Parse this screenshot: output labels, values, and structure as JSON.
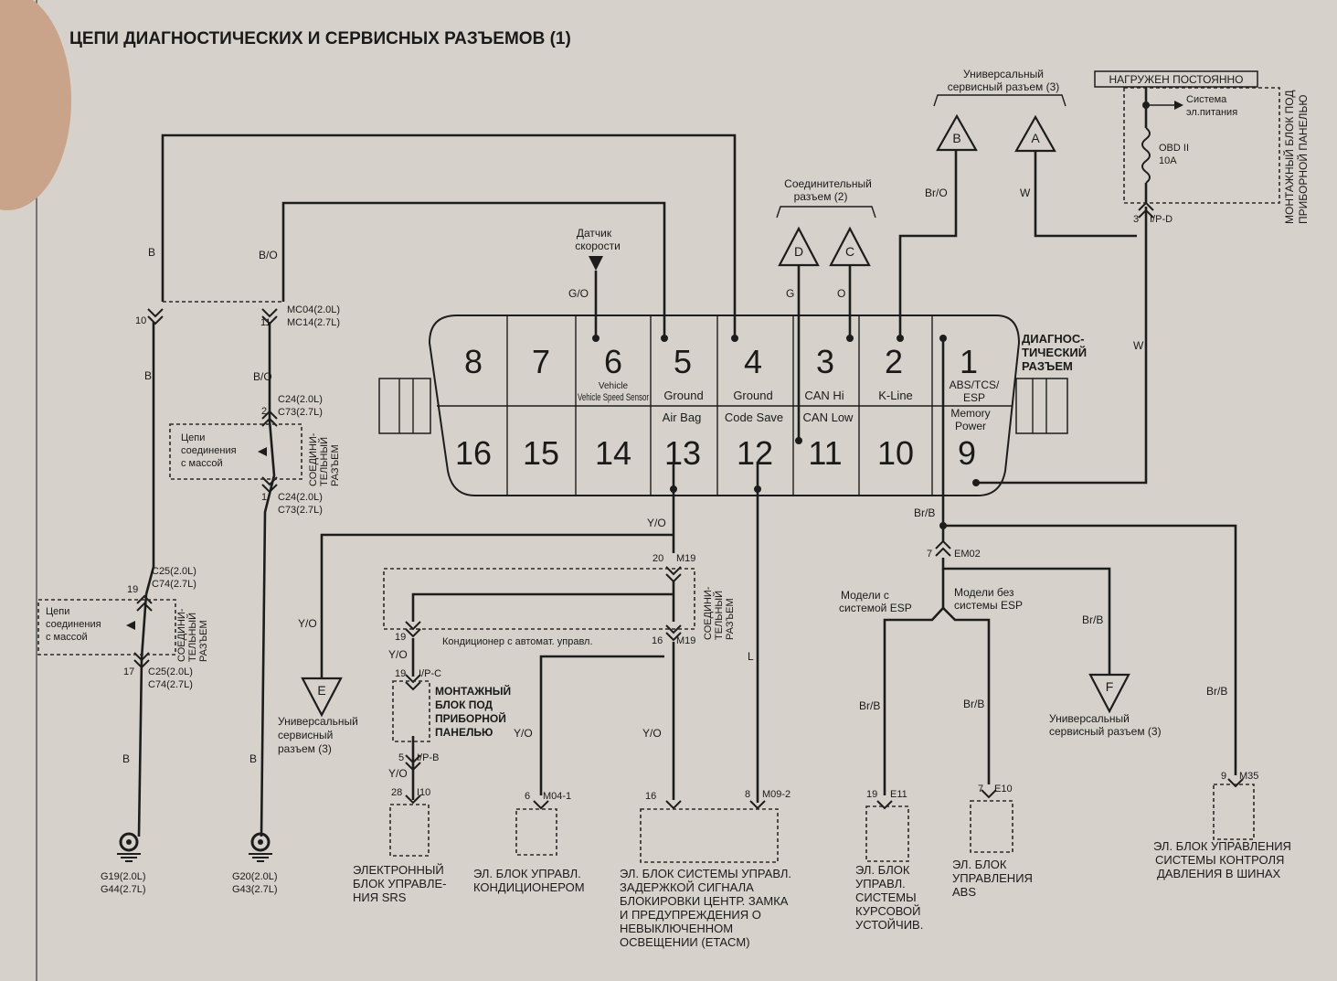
{
  "title": "ЦЕПИ ДИАГНОСТИЧЕСКИХ И СЕРВИСНЫХ РАЗЪЕМОВ (1)",
  "header_right": "НАГРУЖЕН ПОСТОЯННО",
  "diag_connector": {
    "name": "ДИАГНОСТИЧЕСКИЙ РАЗЪЕМ",
    "name_lines": [
      "ДИАГНОС-",
      "ТИЧЕСКИЙ",
      "РАЗЪЕМ"
    ],
    "top_pins": [
      {
        "num": "8",
        "label": ""
      },
      {
        "num": "7",
        "label": ""
      },
      {
        "num": "6",
        "label": "Vehicle Speed Sensor"
      },
      {
        "num": "5",
        "label": "Ground"
      },
      {
        "num": "4",
        "label": "Ground"
      },
      {
        "num": "3",
        "label": "CAN Hi"
      },
      {
        "num": "2",
        "label": "K-Line"
      },
      {
        "num": "1",
        "label": "ABS/TCS/ ESP"
      }
    ],
    "bottom_pins": [
      {
        "num": "16",
        "label": ""
      },
      {
        "num": "15",
        "label": ""
      },
      {
        "num": "14",
        "label": ""
      },
      {
        "num": "13",
        "label": "Air Bag"
      },
      {
        "num": "12",
        "label": "Code Save"
      },
      {
        "num": "11",
        "label": "CAN Low"
      },
      {
        "num": "10",
        "label": ""
      },
      {
        "num": "9",
        "label": "Memory Power"
      }
    ]
  },
  "service_connectors": {
    "univ3_label": [
      "Универсальный",
      "сервисный разъем (3)"
    ],
    "a": "A",
    "b": "B",
    "c": "C",
    "d": "D",
    "e": "E",
    "f": "F",
    "conn2_label": [
      "Соединительный",
      "разъем (2)"
    ]
  },
  "wire_colors": {
    "b": "B",
    "bo": "B/O",
    "go": "G/O",
    "g": "G",
    "o": "O",
    "bro": "Br/O",
    "w": "W",
    "brb": "Br/B",
    "yo": "Y/O",
    "l": "L"
  },
  "labels": {
    "speed_sensor": [
      "Датчик",
      "скорости"
    ],
    "power_system": [
      "Система",
      "эл.питания"
    ],
    "fuse": [
      "OBD II",
      "10A"
    ],
    "ipd": "I/P-D",
    "ipd_pin": "3",
    "mount_block_vertical": [
      "МОНТАЖНЫЙ БЛОК ПОД",
      "ПРИБОРНОЙ ПАНЕЛЬЮ"
    ],
    "ground_conn": [
      "Цепи",
      "соединения",
      "с массой"
    ],
    "joint_conn": [
      "СОЕДИНИ-",
      "ТЕЛЬНЫЙ",
      "РАЗЪЕМ"
    ],
    "mc04": "MC04(2.0L)",
    "mc14": "MC14(2.7L)",
    "c24": "C24(2.0L)",
    "c73": "C73(2.7L)",
    "c25": "C25(2.0L)",
    "c74": "C74(2.7L)",
    "pin10": "10",
    "pin11": "11",
    "pin2": "2",
    "pin1": "1",
    "pin19": "19",
    "pin17": "17",
    "g19": "G19(2.0L)",
    "g44": "G44(2.7L)",
    "g20": "G20(2.0L)",
    "g43": "G43(2.7L)",
    "m19": "M19",
    "pin20": "20",
    "pin16": "16",
    "aircon_auto": "Кондиционер с автомат. управл.",
    "ipc": "I/P-C",
    "ipb": "I/P-B",
    "i10": "I10",
    "pin19b": "19",
    "pin5": "5",
    "pin28": "28",
    "mount_block": [
      "МОНТАЖНЫЙ",
      "БЛОК ПОД",
      "ПРИБОРНОЙ",
      "ПАНЕЛЬЮ"
    ],
    "em02": "EM02",
    "pin7": "7",
    "with_esp": [
      "Модели с",
      "системой ESP"
    ],
    "without_esp": [
      "Модели без",
      "системы ESP"
    ],
    "m04": "M04-1",
    "pin6": "6",
    "m09": "M09-2",
    "pin8": "8",
    "pin16b": "16",
    "e11": "E11",
    "pin19c": "19",
    "e10": "E10",
    "pin7b": "7",
    "m35": "M35",
    "pin9": "9"
  },
  "units": {
    "srs": [
      "ЭЛЕКТРОННЫЙ",
      "БЛОК УПРАВЛЕ-",
      "НИЯ SRS"
    ],
    "aircon": [
      "ЭЛ. БЛОК УПРАВЛ.",
      "КОНДИЦИОНЕРОМ"
    ],
    "etacm": [
      "ЭЛ. БЛОК СИСТЕМЫ УПРАВЛ.",
      "ЗАДЕРЖКОЙ СИГНАЛА",
      "БЛОКИРОВКИ ЦЕНТР. ЗАМКА",
      "И ПРЕДУПРЕЖДЕНИЯ О",
      "НЕВЫКЛЮЧЕННОМ",
      "ОСВЕЩЕНИИ (ETACM)"
    ],
    "esp": [
      "ЭЛ. БЛОК",
      "УПРАВЛ.",
      "СИСТЕМЫ",
      "КУРСОВОЙ",
      "УСТОЙЧИВ."
    ],
    "abs": [
      "ЭЛ. БЛОК",
      "УПРАВЛЕНИЯ",
      "ABS"
    ],
    "tpms": [
      "ЭЛ. БЛОК УПРАВЛЕНИЯ",
      "СИСТЕМЫ КОНТРОЛЯ",
      "ДАВЛЕНИЯ В ШИНАХ"
    ]
  }
}
